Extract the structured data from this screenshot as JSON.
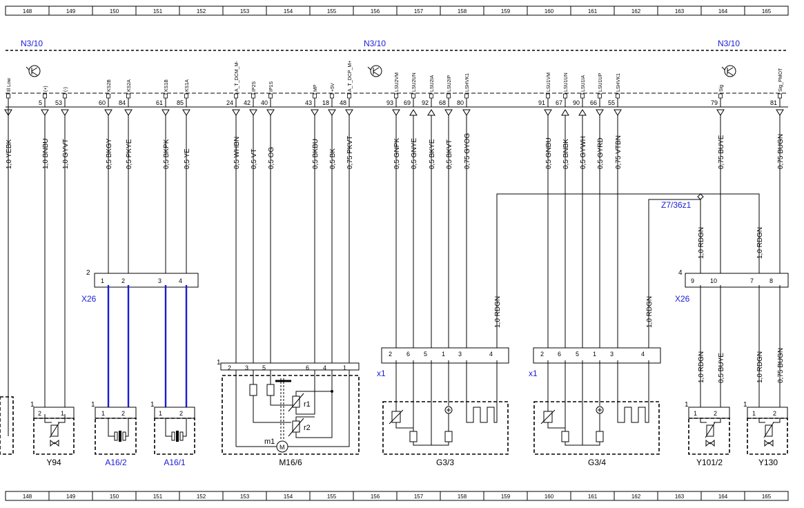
{
  "grid_columns": [
    "148",
    "149",
    "150",
    "151",
    "152",
    "153",
    "154",
    "155",
    "156",
    "157",
    "158",
    "159",
    "160",
    "161",
    "162",
    "163",
    "164",
    "165"
  ],
  "control_unit": {
    "labels": [
      "N3/10",
      "N3/10",
      "N3/10"
    ],
    "pins": [
      {
        "fn": "Ill Low",
        "num": "",
        "wire": "1,0 YEBK"
      },
      {
        "fn": "(+)",
        "num": "5",
        "wire": "1,0 BNBU"
      },
      {
        "fn": "(-)",
        "num": "53",
        "wire": "1,0 GYVT"
      },
      {
        "fn": "KS2B",
        "num": "60",
        "wire": "0,5 BKGY"
      },
      {
        "fn": "KS2A",
        "num": "84",
        "wire": "0,5 PKYE"
      },
      {
        "fn": "KS1B",
        "num": "61",
        "wire": "0,5 BKPK"
      },
      {
        "fn": "KS1A",
        "num": "85",
        "wire": "0,5 YE"
      },
      {
        "fn": "A_T_DCM_M-",
        "num": "24",
        "wire": "0,5 WHBN"
      },
      {
        "fn": "IP2S",
        "num": "42",
        "wire": "0,5 VT"
      },
      {
        "fn": "IP1S",
        "num": "40",
        "wire": "0,5 OG"
      },
      {
        "fn": "MP",
        "num": "43",
        "wire": "0,5 BKBU"
      },
      {
        "fn": "+5V",
        "num": "18",
        "wire": "0,5 BK"
      },
      {
        "fn": "A_T_DCP_M+",
        "num": "48",
        "wire": "0,75 PKVT"
      },
      {
        "fn": "LSU2VM",
        "num": "93",
        "wire": "0,5 GNPK"
      },
      {
        "fn": "LSU2UN",
        "num": "69",
        "wire": "0,5 GNYE"
      },
      {
        "fn": "LSU2IA",
        "num": "92",
        "wire": "0,5 BKYE"
      },
      {
        "fn": "LSU2IP",
        "num": "68",
        "wire": "0,5 BKVT"
      },
      {
        "fn": "LSHVK1",
        "num": "80",
        "wire": "0,75 GYOG"
      },
      {
        "fn": "LSU1VM",
        "num": "91",
        "wire": "0,5 GNBU"
      },
      {
        "fn": "LSU1UN",
        "num": "67",
        "wire": "0,5 BNBK"
      },
      {
        "fn": "LSU1IA",
        "num": "90",
        "wire": "0,5 GYWH"
      },
      {
        "fn": "LSU1UP",
        "num": "66",
        "wire": "0,5 GYRD"
      },
      {
        "fn": "LSHVK1",
        "num": "55",
        "wire": "0,75 VTBN"
      },
      {
        "fn": "Sig",
        "num": "79",
        "wire": "0,75 BUYE"
      },
      {
        "fn": "Sig_PMOT",
        "num": "81",
        "wire": "0,75 BUGN"
      }
    ]
  },
  "splice": {
    "label": "Z7/36z1",
    "wire": "1,0 RDGN"
  },
  "connectors": {
    "x26_left": {
      "label": "X26",
      "num": "2",
      "pins": [
        "1",
        "2",
        "3",
        "4"
      ]
    },
    "x26_right": {
      "label": "X26",
      "num": "4",
      "pins": [
        "9",
        "10",
        "7",
        "8"
      ]
    },
    "g33_conn": {
      "label": "x1",
      "pins": [
        "2",
        "6",
        "5",
        "1",
        "3",
        "4"
      ]
    },
    "g34_conn": {
      "label": "x1",
      "pins": [
        "2",
        "6",
        "5",
        "1",
        "3",
        "4"
      ]
    },
    "m16_conn": {
      "num": "1",
      "pins": [
        "2",
        "3",
        "5",
        "6",
        "4",
        "1"
      ]
    }
  },
  "lower_wires": {
    "g33_rdgn": "1,0 RDGN",
    "g34_rdgn": "1,0 RDGN",
    "y101_a": "1,0 RDGN",
    "y101_b": "0,5 BUYE",
    "y130_a": "1,0 RDGN",
    "y130_b": "0,75 BUGN"
  },
  "components": [
    {
      "id": "Y94",
      "num": "1",
      "pins": [
        "2",
        "1"
      ],
      "blue": false
    },
    {
      "id": "A16/2",
      "num": "1",
      "pins": [
        "1",
        "2"
      ],
      "blue": true
    },
    {
      "id": "A16/1",
      "num": "1",
      "pins": [
        "1",
        "2"
      ],
      "blue": true
    },
    {
      "id": "M16/6",
      "num": "",
      "pins": [],
      "blue": false
    },
    {
      "id": "G3/3",
      "num": "",
      "pins": [],
      "blue": false
    },
    {
      "id": "G3/4",
      "num": "",
      "pins": [],
      "blue": false
    },
    {
      "id": "Y101/2",
      "num": "1",
      "pins": [
        "1",
        "2"
      ],
      "blue": false
    },
    {
      "id": "Y130",
      "num": "1",
      "pins": [
        "1",
        "2"
      ],
      "blue": false
    }
  ],
  "m16_internals": {
    "r1": "r1",
    "r2": "r2",
    "m1": "m1",
    "motor": "M"
  }
}
